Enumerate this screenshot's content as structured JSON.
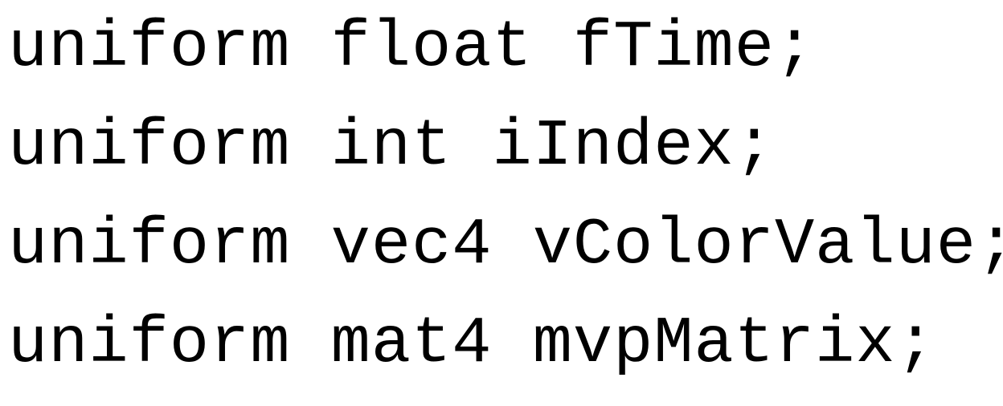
{
  "code": {
    "lines": [
      "uniform float fTime;",
      "uniform int iIndex;",
      "uniform vec4 vColorValue;",
      "uniform mat4 mvpMatrix;"
    ]
  }
}
